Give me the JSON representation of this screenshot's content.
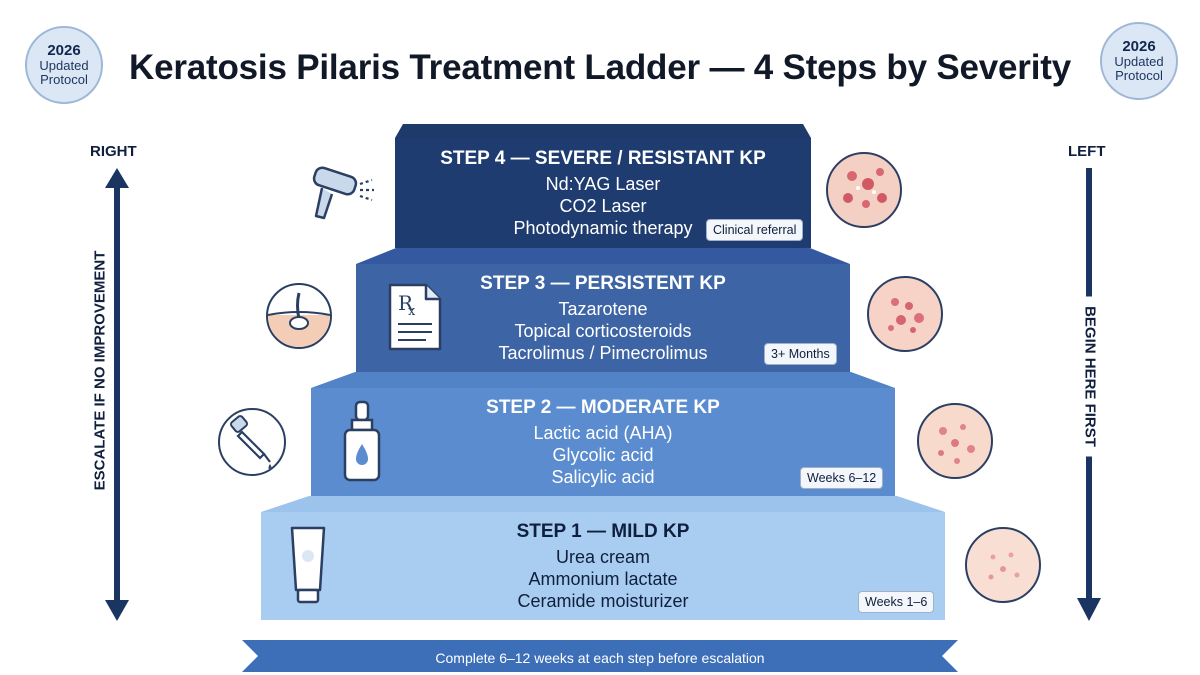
{
  "badges": {
    "left": {
      "year": "2026",
      "line1": "Updated",
      "line2": "Protocol"
    },
    "right": {
      "year": "2026",
      "line1": "Updated",
      "line2": "Protocol"
    }
  },
  "title": "Keratosis Pilaris Treatment Ladder — 4 Steps by Severity",
  "left_axis": {
    "top_label": "RIGHT",
    "vertical_label": "ESCALATE IF NO IMPROVEMENT"
  },
  "right_axis": {
    "top_label": "LEFT",
    "vertical_label": "BEGIN HERE FIRST"
  },
  "steps": [
    {
      "heading": "STEP 4 — SEVERE / RESISTANT KP",
      "treatments": [
        "Nd:YAG Laser",
        "CO2 Laser",
        "Photodynamic therapy"
      ],
      "tag": "Clinical referral",
      "icon": "laser-device-icon",
      "skin_icon": "severe-skin-icon",
      "color": "#1e3a6b"
    },
    {
      "heading": "STEP 3 — PERSISTENT KP",
      "treatments": [
        "Tazarotene",
        "Topical corticosteroids",
        "Tacrolimus / Pimecrolimus"
      ],
      "tag": "3+ Months",
      "icon": "prescription-icon",
      "skin_icon": "persistent-skin-icon",
      "color": "#3a62a0"
    },
    {
      "heading": "STEP 2 — MODERATE KP",
      "treatments": [
        "Lactic acid (AHA)",
        "Glycolic acid",
        "Salicylic acid"
      ],
      "tag": "Weeks 6–12",
      "icon": "serum-bottle-icon",
      "skin_icon": "moderate-skin-icon",
      "color": "#5c8fcf"
    },
    {
      "heading": "STEP 1 — MILD KP",
      "treatments": [
        "Urea cream",
        "Ammonium lactate",
        "Ceramide moisturizer"
      ],
      "tag": "Weeks 1–6",
      "icon": "cream-tube-icon",
      "skin_icon": "mild-skin-icon",
      "color": "#a9cdf0"
    }
  ],
  "side_icons": [
    "hair-follicle-icon",
    "dropper-icon"
  ],
  "footer": "Complete 6–12 weeks at each step before escalation"
}
